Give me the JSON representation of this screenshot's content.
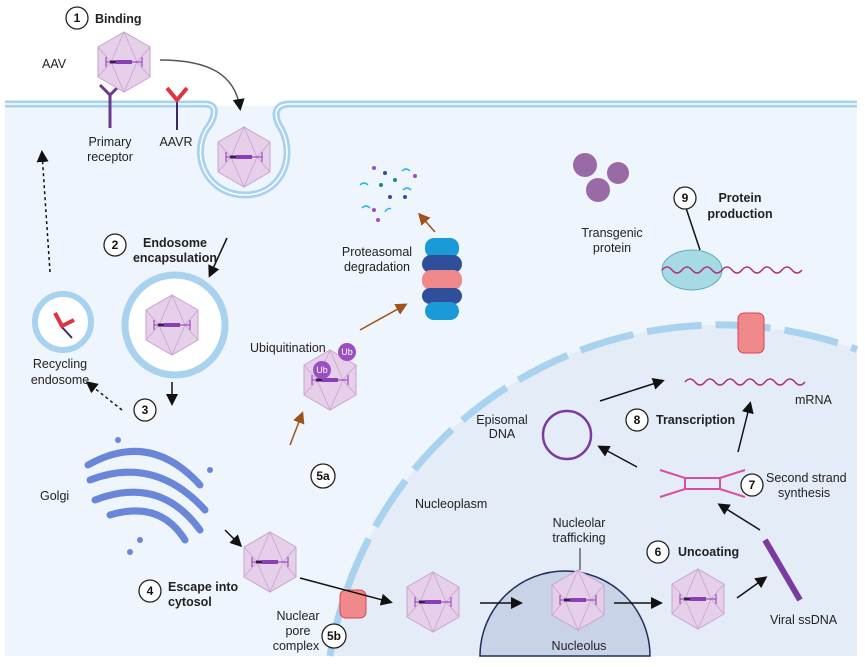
{
  "colors": {
    "cell_interior": "#eef5fc",
    "membrane": "#a9d2ee",
    "nucleus": "#e4ecf7",
    "nucleolus": "#c9d3e8",
    "capsid": "#e6cfe9",
    "aavr": "#e0343f",
    "primary_receptor": "#6b3a8c",
    "ubiquitin": "#9b4fc0",
    "degradation_arrow": "#a0521b"
  },
  "steps": [
    {
      "number": "1",
      "label": "Binding"
    },
    {
      "number": "2",
      "label_line1": "Endosome",
      "label_line2": "encapsulation"
    },
    {
      "number": "3"
    },
    {
      "number": "4",
      "label_line1": "Escape into",
      "label_line2": "cytosol"
    },
    {
      "number": "5a"
    },
    {
      "number": "5b"
    },
    {
      "number": "6",
      "label": "Uncoating"
    },
    {
      "number": "7",
      "label_line1": "Second strand",
      "label_line2": "synthesis"
    },
    {
      "number": "8",
      "label": "Transcription"
    },
    {
      "number": "9",
      "label_line1": "Protein",
      "label_line2": "production"
    }
  ],
  "labels": {
    "aav": "AAV",
    "primary_receptor_1": "Primary",
    "primary_receptor_2": "receptor",
    "aavr": "AAVR",
    "recycling_endosome_1": "Recycling",
    "recycling_endosome_2": "endosome",
    "golgi": "Golgi",
    "ubiquitination": "Ubiquitination",
    "ub": "Ub",
    "proteasomal_1": "Proteasomal",
    "proteasomal_2": "degradation",
    "nuclear_pore_1": "Nuclear",
    "nuclear_pore_2": "pore",
    "nuclear_pore_3": "complex",
    "nucleoplasm": "Nucleoplasm",
    "nucleolar_trafficking_1": "Nucleolar",
    "nucleolar_trafficking_2": "trafficking",
    "nucleolus": "Nucleolus",
    "viral_ssdna": "Viral ssDNA",
    "episomal_1": "Episomal",
    "episomal_2": "DNA",
    "mrna": "mRNA",
    "transgenic_1": "Transgenic",
    "transgenic_2": "protein"
  }
}
